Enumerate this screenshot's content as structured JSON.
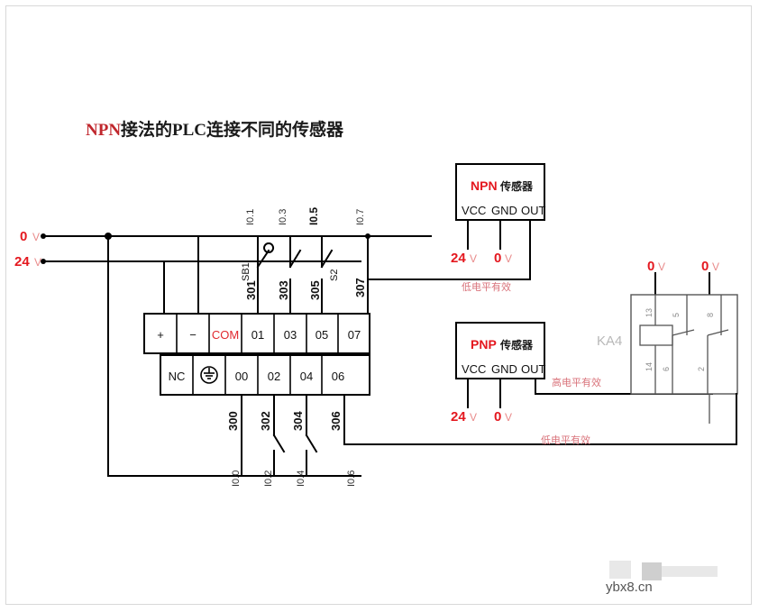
{
  "title": {
    "prefix": "NPN",
    "rest": "接法的PLC连接不同的传感器"
  },
  "power_rails": {
    "top": {
      "value": "0",
      "unit": "V"
    },
    "bottom": {
      "value": "24",
      "unit": "V"
    }
  },
  "plc": {
    "top_row": [
      "+",
      "−",
      "COM",
      "01",
      "03",
      "05",
      "07"
    ],
    "top_row_accent_index": 2,
    "bottom_row": [
      "NC",
      "ground-symbol",
      "00",
      "02",
      "04",
      "06"
    ],
    "accent_color": "#e0282e"
  },
  "inputs_top": [
    {
      "io": "I0.1",
      "wire": "301",
      "switch": "SB1",
      "type": "pushbutton",
      "bold": false
    },
    {
      "io": "I0.3",
      "wire": "303",
      "switch": "",
      "type": "switch",
      "bold": false
    },
    {
      "io": "I0.5",
      "wire": "305",
      "switch": "S2",
      "type": "switch",
      "bold": true
    },
    {
      "io": "I0.7",
      "wire": "307",
      "switch": "",
      "type": "none",
      "bold": false
    }
  ],
  "inputs_bottom": [
    {
      "io": "I0.0",
      "wire": "300",
      "switch": "",
      "type": "none"
    },
    {
      "io": "I0.2",
      "wire": "302",
      "switch": "",
      "type": "switch"
    },
    {
      "io": "I0.4",
      "wire": "304",
      "switch": "",
      "type": "switch"
    },
    {
      "io": "I0.6",
      "wire": "306",
      "switch": "",
      "type": "none"
    }
  ],
  "sensors": [
    {
      "id": "npn-sensor",
      "type_label": "NPN",
      "cn_label": "传感器",
      "pins": [
        "VCC",
        "GND",
        "OUT"
      ],
      "supply": [
        {
          "value": "24",
          "unit": "V"
        },
        {
          "value": "0",
          "unit": "V"
        }
      ],
      "note": "低电平有效"
    },
    {
      "id": "pnp-sensor",
      "type_label": "PNP",
      "cn_label": "传感器",
      "pins": [
        "VCC",
        "GND",
        "OUT"
      ],
      "supply": [
        {
          "value": "24",
          "unit": "V"
        },
        {
          "value": "0",
          "unit": "V"
        }
      ],
      "note": "高电平有效"
    }
  ],
  "relay": {
    "label": "KA4",
    "top_supply": [
      {
        "value": "0",
        "unit": "V"
      },
      {
        "value": "0",
        "unit": "V"
      }
    ],
    "pins_top": [
      "13",
      "5",
      "8"
    ],
    "pins_bottom": [
      "14",
      "6",
      "2"
    ],
    "note": "低电平有效"
  },
  "watermark": {
    "text": "ybx8.cn"
  }
}
